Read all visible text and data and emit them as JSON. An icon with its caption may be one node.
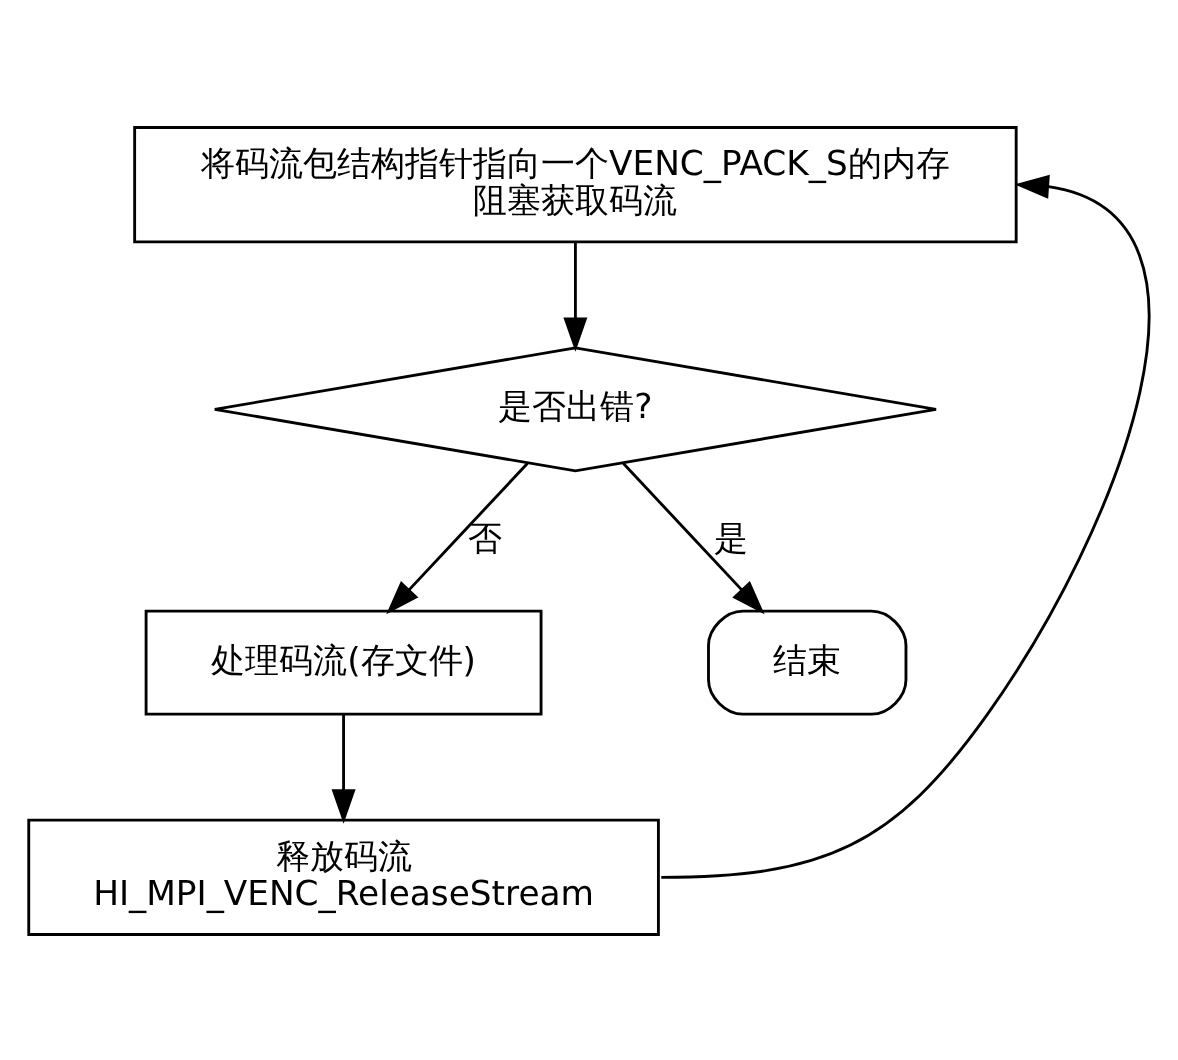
{
  "diagram": {
    "nodes": [
      {
        "text": [
          "将码流包结构指针指向一个VENC_PACK_S的内存",
          "阻塞获取码流"
        ]
      },
      {
        "text": [
          "是否出错?"
        ]
      },
      {
        "text": [
          "处理码流(存文件)"
        ]
      },
      {
        "text": [
          "释放码流",
          "HI_MPI_VENC_ReleaseStream"
        ]
      },
      {
        "text": [
          "结束"
        ]
      }
    ],
    "edges": [
      {
        "from": 0,
        "to": 1,
        "arrow": "to"
      },
      {
        "from": 1,
        "to": 2,
        "arrow": "to",
        "label": "否"
      },
      {
        "from": 2,
        "to": 3,
        "arrow": "to"
      },
      {
        "from": 1,
        "to": 4,
        "arrow": "to",
        "label": "是"
      },
      {
        "from": 3,
        "to": 0,
        "arrow": "to"
      }
    ]
  }
}
